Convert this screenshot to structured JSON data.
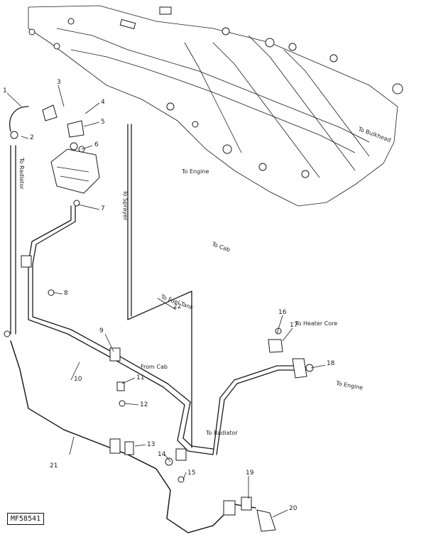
{
  "figure_id": "MF58541",
  "notes": {
    "to_engine": "To Engine",
    "to_radiator": "To Radiator",
    "to_radiator_2": "To Radiator",
    "to_sprayer": "To Sprayer",
    "to_cab": "To Cab",
    "to_fuel_tank": "To Fuel Tank",
    "from_cab": "From Cab",
    "to_heater_core": "To Heater Core",
    "to_engine_2": "To Engine",
    "to_bulkhead": "To Bulkhead"
  },
  "callouts": [
    "1",
    "2",
    "3",
    "4",
    "5",
    "6",
    "7",
    "8",
    "9",
    "10",
    "11",
    "12",
    "13",
    "14",
    "15",
    "16",
    "17",
    "18",
    "19",
    "20",
    "21",
    "22"
  ]
}
